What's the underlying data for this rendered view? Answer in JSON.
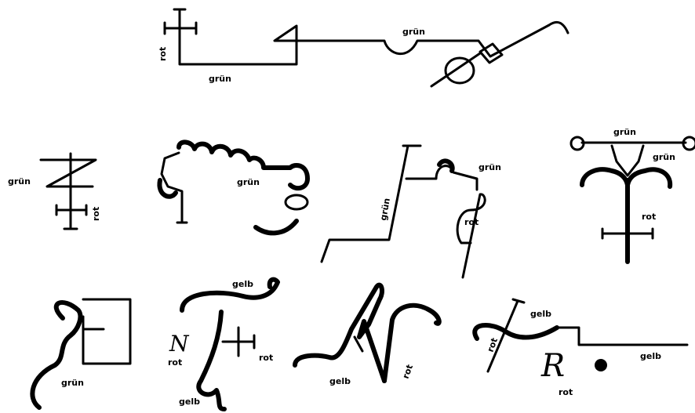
{
  "labels": {
    "top_rot": "rot",
    "top_gruen_lower": "grün",
    "top_gruen_upper": "grün",
    "s1_gruen": "grün",
    "s1_rot": "rot",
    "s2_gruen": "grün",
    "s3_gruen_vertical": "grün",
    "s3_gruen": "grün",
    "s3_rot": "rot",
    "s4_gruen_top": "grün",
    "s4_gruen_right": "grün",
    "s4_rot": "rot",
    "s5_gruen": "grün",
    "s6_gelb_top": "gelb",
    "s6_rot_left": "rot",
    "s6_rot_right": "rot",
    "s6_gelb_bottom": "gelb",
    "s7_gelb": "gelb",
    "s7_rot": "rot",
    "s8_gelb_left": "gelb",
    "s8_rot_vertical": "rot",
    "s8_gelb_right": "gelb",
    "s8_rot": "rot"
  },
  "letters": {
    "s6_letter": "N",
    "s8_letter": "R"
  }
}
